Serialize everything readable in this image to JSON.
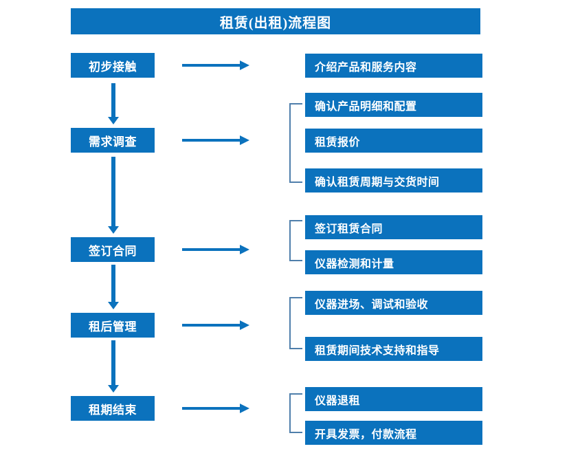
{
  "chart": {
    "title": "租赁(出租)流程图",
    "type": "flowchart",
    "colors": {
      "box_fill": "#0b72bd",
      "box_text": "#ffffff",
      "arrow": "#0b72bd",
      "bracket": "#4f7fab",
      "background": "#ffffff"
    }
  },
  "stages": [
    {
      "label": "初步接触"
    },
    {
      "label": "需求调查"
    },
    {
      "label": "签订合同"
    },
    {
      "label": "租后管理"
    },
    {
      "label": "租期结束"
    }
  ],
  "details": [
    {
      "label": "介绍产品和服务内容"
    },
    {
      "label": "确认产品明细和配置"
    },
    {
      "label": "租赁报价"
    },
    {
      "label": "确认租赁周期与交货时间"
    },
    {
      "label": "签订租赁合同"
    },
    {
      "label": "仪器检测和计量"
    },
    {
      "label": "仪器进场、调试和验收"
    },
    {
      "label": "租赁期间技术支持和指导"
    },
    {
      "label": "仪器退租"
    },
    {
      "label": "开具发票，付款流程"
    }
  ],
  "connectors": {
    "horizontal_arrow_count": 5,
    "vertical_arrow_count": 4,
    "bracket_count": 4
  }
}
